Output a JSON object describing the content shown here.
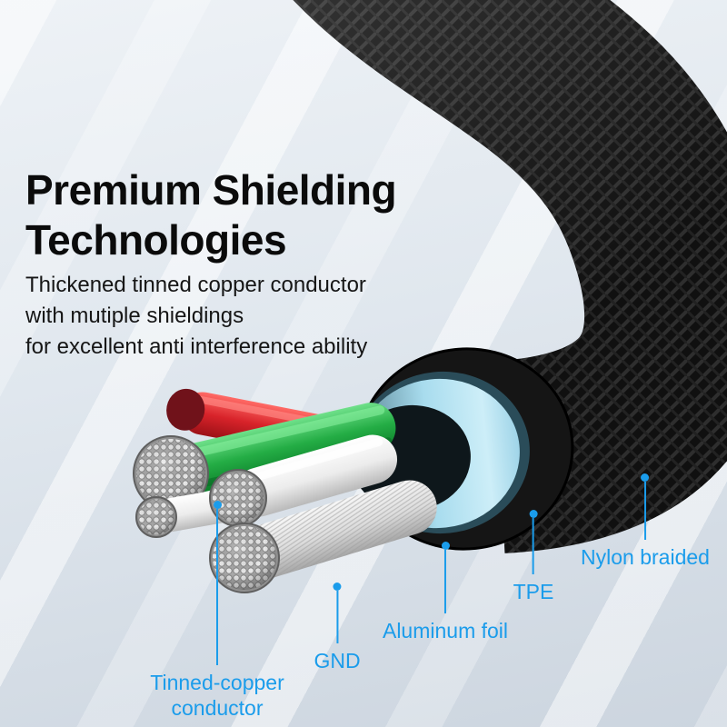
{
  "heading": {
    "line1": "Premium Shielding",
    "line2": "Technologies"
  },
  "description": {
    "line1": "Thickened tinned copper conductor",
    "line2": "with mutiple shieldings",
    "line3": "for excellent anti interference ability"
  },
  "callouts": {
    "nylon_braided": "Nylon braided",
    "tpe": "TPE",
    "aluminum_foil": "Aluminum foil",
    "gnd": "GND",
    "tinned_copper": "Tinned-copper conductor"
  },
  "colors": {
    "callout_accent": "#1a9ceb",
    "heading_text": "#0b0b0b",
    "cable_jacket": "#141414",
    "aluminum_foil_fill": "#a8dcee",
    "wire_green": "#24ad45",
    "wire_red": "#d8232a",
    "wire_white": "#ededed",
    "conductor_silver": "#d8d8d8"
  }
}
